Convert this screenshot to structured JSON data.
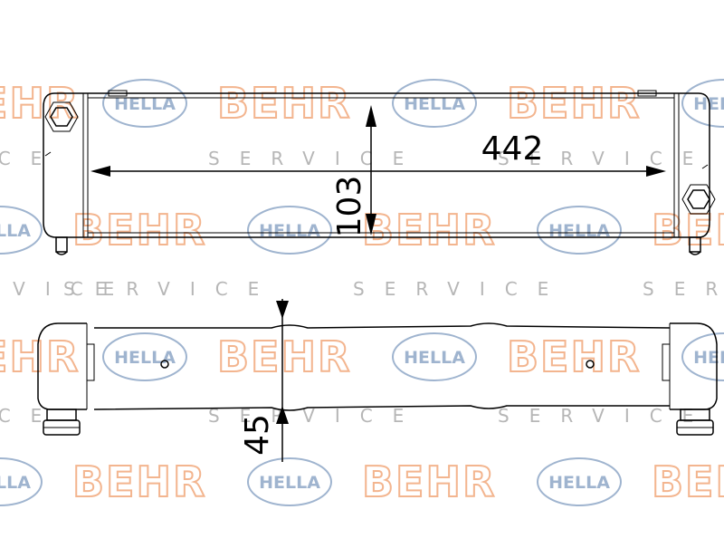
{
  "watermark": {
    "brand": "BEHR",
    "logo": "HELLA",
    "service": "SERVICE",
    "brand_color": "#f3b58f",
    "logo_color": "#9fb4cf",
    "service_color": "#b6b6b6"
  },
  "dimensions": {
    "length": "442",
    "height": "103",
    "depth": "45"
  },
  "icons": {
    "nut": "hex-nut-icon",
    "pipe": "connector-pipe-icon"
  }
}
